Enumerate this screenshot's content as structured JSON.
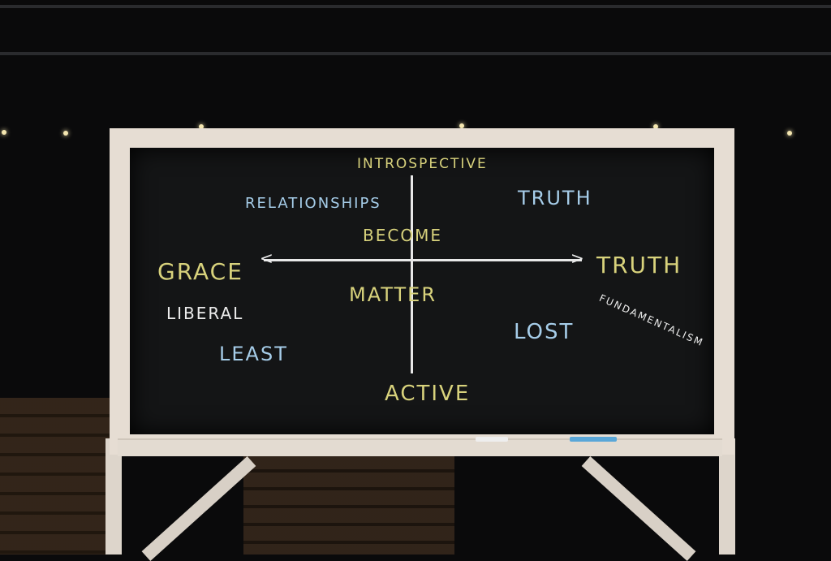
{
  "board": {
    "top": "INTROSPECTIVE",
    "bottom": "ACTIVE",
    "left": "GRACE",
    "right": "TRUTH",
    "center_top": "BECOME",
    "center_bottom": "MATTER",
    "top_left": "RELATIONSHIPS",
    "top_right": "TRUTH",
    "bottom_left_1": "LIBERAL",
    "bottom_left_2": "LEAST",
    "bottom_right": "LOST",
    "right_sub": "FUNDAMENTALISM"
  },
  "colors": {
    "yellow": "#d8d27c",
    "blue": "#a6cde9",
    "white": "#ececec"
  }
}
